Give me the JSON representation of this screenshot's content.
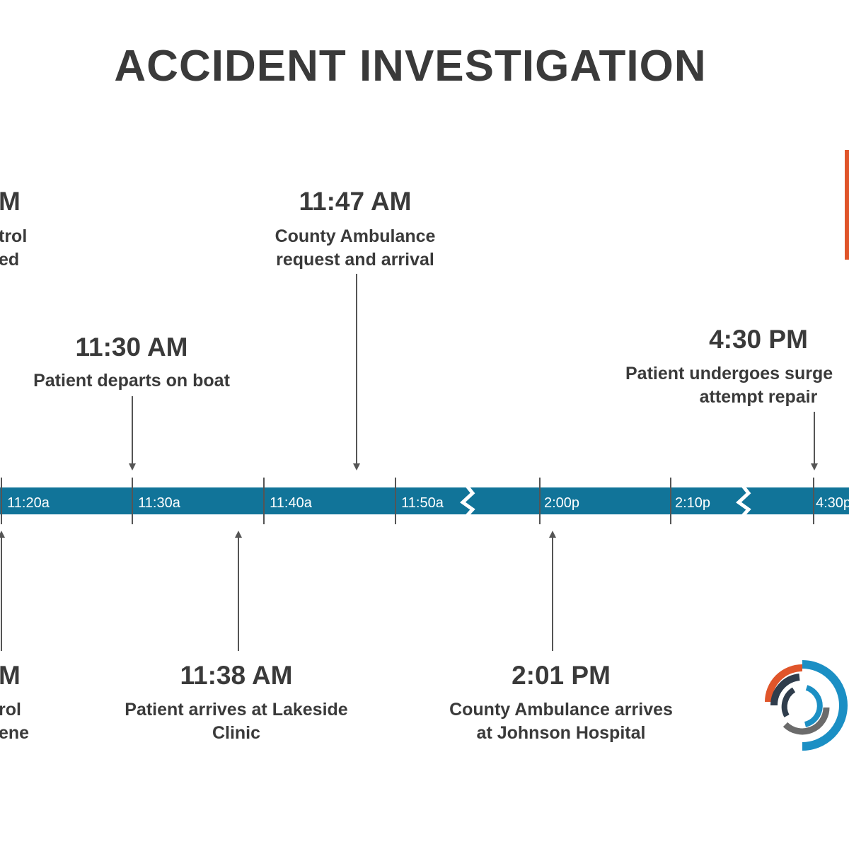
{
  "title": "ACCIDENT INVESTIGATION",
  "colors": {
    "bar": "#117499",
    "text": "#3a3a3a",
    "arrow": "#555555",
    "accent": "#e0552a",
    "logo_dark": "#2f3d4c",
    "logo_gray": "#6b6b6b",
    "logo_blue": "#1b8fc4"
  },
  "axis": {
    "ticks": [
      "11:20a",
      "11:30a",
      "11:40a",
      "11:50a",
      "2:00p",
      "2:10p",
      "4:30p"
    ],
    "breaks": 2
  },
  "events_top": [
    {
      "time": "M",
      "lines": [
        "trol",
        "ed"
      ]
    },
    {
      "time": "11:30 AM",
      "lines": [
        "Patient departs on boat"
      ]
    },
    {
      "time": "11:47 AM",
      "lines": [
        "County Ambulance",
        "request and arrival"
      ]
    },
    {
      "time": "4:30 PM",
      "lines": [
        "Patient undergoes surge",
        "attempt repair"
      ]
    }
  ],
  "events_bottom": [
    {
      "time": "M",
      "lines": [
        "rol",
        "ene"
      ]
    },
    {
      "time": "11:38 AM",
      "lines": [
        "Patient arrives at Lakeside",
        "Clinic"
      ]
    },
    {
      "time": "2:01 PM",
      "lines": [
        "County Ambulance arrives",
        "at Johnson Hospital"
      ]
    }
  ],
  "logo": {
    "icon": "circular-segments-logo-icon"
  }
}
